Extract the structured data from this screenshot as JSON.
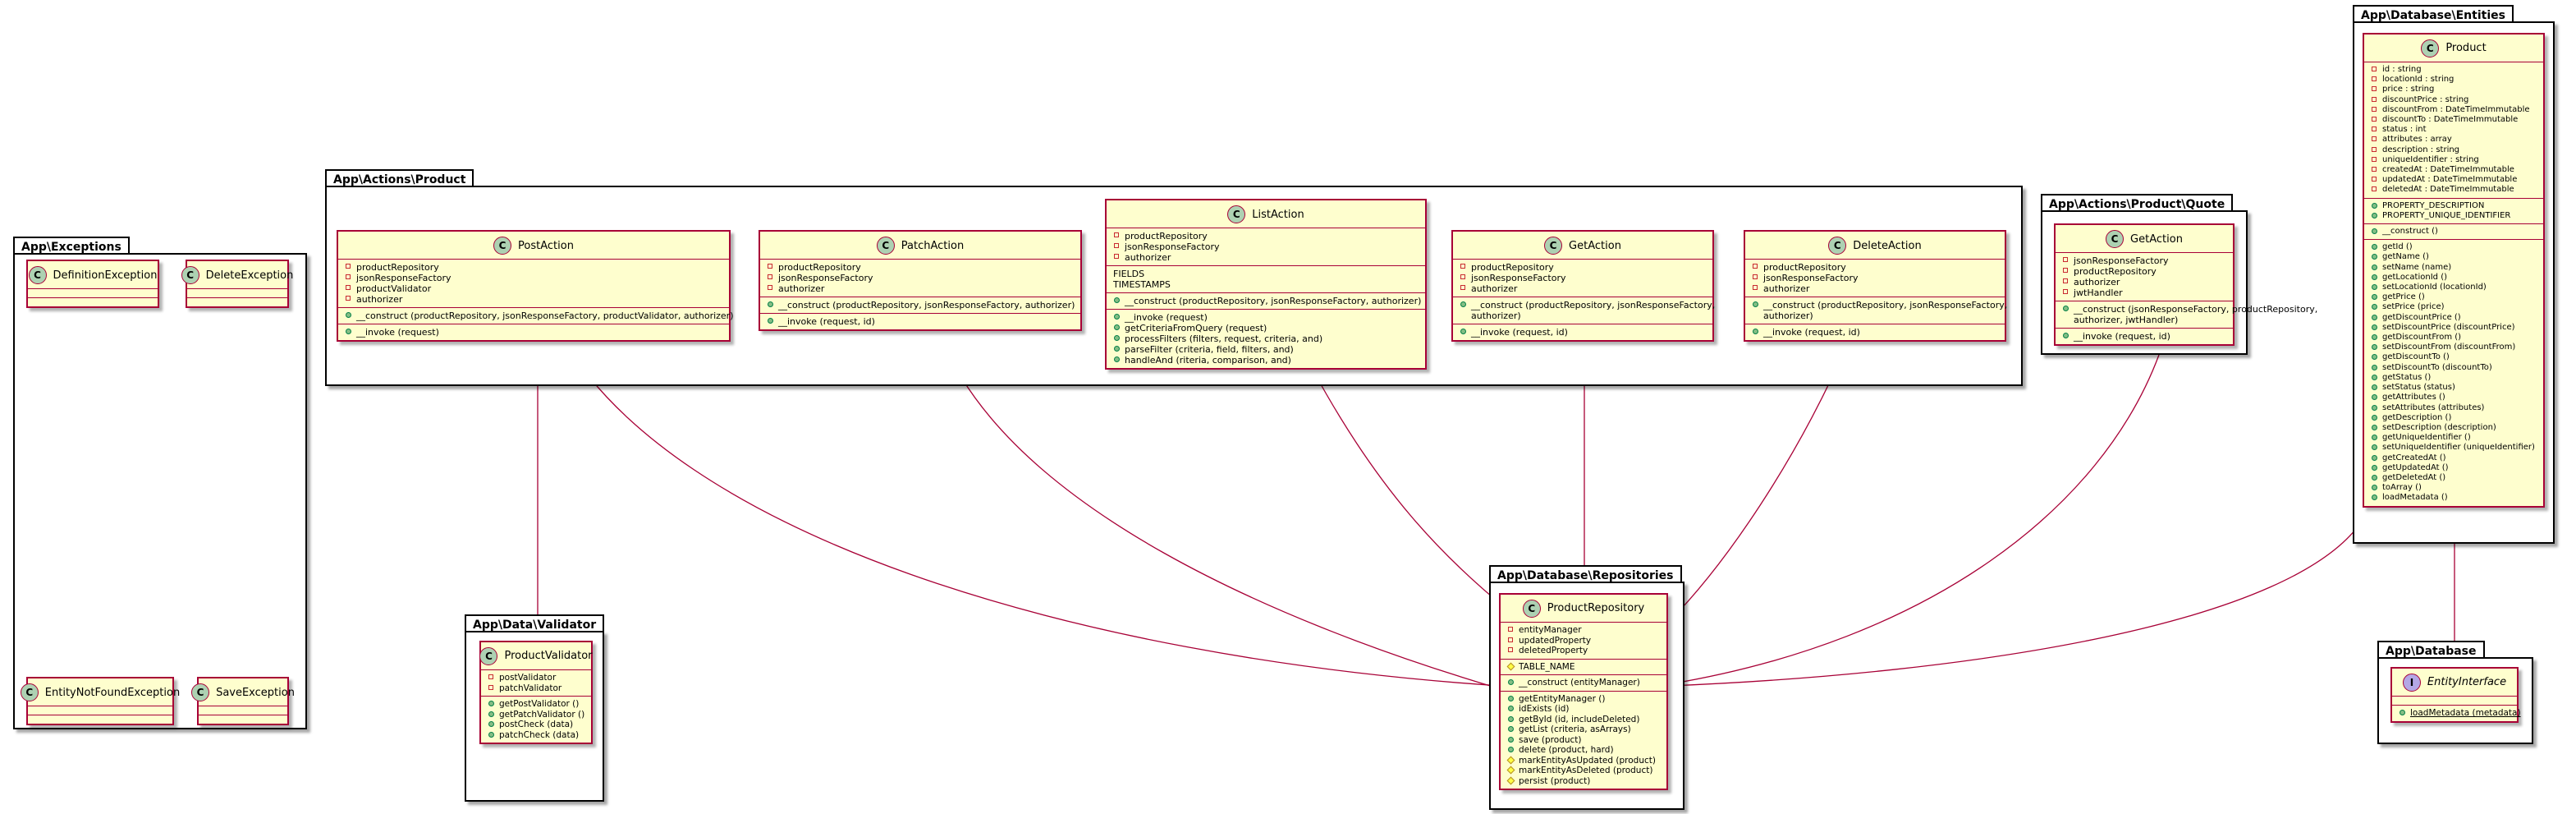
{
  "colors": {
    "class_bg": "#FEFECE",
    "class_border": "#A80036",
    "link": "#A80036",
    "class_badge": "#ADD1B2",
    "interface_badge": "#B4A7E5"
  },
  "packages": {
    "exceptions": "App\\Exceptions",
    "actions_product": "App\\Actions\\Product",
    "actions_quote": "App\\Actions\\Product\\Quote",
    "entities": "App\\Database\\Entities",
    "validator": "App\\Data\\Validator",
    "repositories": "App\\Database\\Repositories",
    "database": "App\\Database"
  },
  "exceptions": {
    "definition": {
      "badge": "C",
      "name": "DefinitionException"
    },
    "delete": {
      "badge": "C",
      "name": "DeleteException"
    },
    "not_found": {
      "badge": "C",
      "name": "EntityNotFoundException"
    },
    "save": {
      "badge": "C",
      "name": "SaveException"
    }
  },
  "post_action": {
    "badge": "C",
    "name": "PostAction",
    "fields": [
      "productRepository",
      "jsonResponseFactory",
      "productValidator",
      "authorizer"
    ],
    "methods": [
      "__construct (productRepository, jsonResponseFactory, productValidator, authorizer)",
      "__invoke (request)"
    ]
  },
  "patch_action": {
    "badge": "C",
    "name": "PatchAction",
    "fields": [
      "productRepository",
      "jsonResponseFactory",
      "authorizer"
    ],
    "methods": [
      "__construct (productRepository, jsonResponseFactory, authorizer)",
      "__invoke (request, id)"
    ]
  },
  "list_action": {
    "badge": "C",
    "name": "ListAction",
    "fields": [
      "productRepository",
      "jsonResponseFactory",
      "authorizer"
    ],
    "constants": [
      "FIELDS",
      "TIMESTAMPS"
    ],
    "methods": [
      "__construct (productRepository, jsonResponseFactory, authorizer)",
      "__invoke (request)",
      "getCriteriaFromQuery (request)",
      "processFilters (filters, request, criteria, and)",
      "parseFilter (criteria, field, filters, and)",
      "handleAnd (riteria, comparison, and)"
    ]
  },
  "get_action": {
    "badge": "C",
    "name": "GetAction",
    "fields": [
      "productRepository",
      "jsonResponseFactory",
      "authorizer"
    ],
    "methods": [
      "__construct (productRepository, jsonResponseFactory,",
      "authorizer)",
      "__invoke (request, id)"
    ]
  },
  "delete_action": {
    "badge": "C",
    "name": "DeleteAction",
    "fields": [
      "productRepository",
      "jsonResponseFactory",
      "authorizer"
    ],
    "methods": [
      "__construct (productRepository, jsonResponseFactory,",
      "authorizer)",
      "__invoke (request, id)"
    ]
  },
  "quote_get_action": {
    "badge": "C",
    "name": "GetAction",
    "fields": [
      "jsonResponseFactory",
      "productRepository",
      "authorizer",
      "jwtHandler"
    ],
    "methods": [
      "__construct (jsonResponseFactory, productRepository,",
      "authorizer, jwtHandler)",
      "__invoke (request, id)"
    ]
  },
  "product": {
    "badge": "C",
    "name": "Product",
    "fields": [
      "id : string",
      "locationId : string",
      "price : string",
      "discountPrice : string",
      "discountFrom : DateTimeImmutable",
      "discountTo : DateTimeImmutable",
      "status : int",
      "attributes : array",
      "description : string",
      "uniqueIdentifier : string",
      "createdAt : DateTimeImmutable",
      "updatedAt : DateTimeImmutable",
      "deletedAt : DateTimeImmutable"
    ],
    "constants": [
      "PROPERTY_DESCRIPTION",
      "PROPERTY_UNIQUE_IDENTIFIER"
    ],
    "constructor": "__construct ()",
    "methods": [
      "getId ()",
      "getName ()",
      "setName (name)",
      "getLocationId ()",
      "setLocationId (locationId)",
      "getPrice ()",
      "setPrice (price)",
      "getDiscountPrice ()",
      "setDiscountPrice (discountPrice)",
      "getDiscountFrom ()",
      "setDiscountFrom (discountFrom)",
      "getDiscountTo ()",
      "setDiscountTo (discountTo)",
      "getStatus ()",
      "setStatus (status)",
      "getAttributes ()",
      "setAttributes (attributes)",
      "getDescription ()",
      "setDescription (description)",
      "getUniqueIdentifier ()",
      "setUniqueIdentifier (uniqueIdentifier)",
      "getCreatedAt ()",
      "getUpdatedAt ()",
      "getDeletedAt ()",
      "toArray ()",
      "loadMetadata ()"
    ]
  },
  "product_validator": {
    "badge": "C",
    "name": "ProductValidator",
    "fields": [
      "postValidator",
      "patchValidator"
    ],
    "methods": [
      "getPostValidator ()",
      "getPatchValidator ()",
      "postCheck (data)",
      "patchCheck (data)"
    ]
  },
  "product_repository": {
    "badge": "C",
    "name": "ProductRepository",
    "fields": [
      "entityManager",
      "updatedProperty",
      "deletedProperty"
    ],
    "constant": "TABLE_NAME",
    "constructor": "__construct (entityManager)",
    "methods": [
      {
        "v": "pub",
        "t": "getEntityManager ()"
      },
      {
        "v": "pub",
        "t": "idExists (id)"
      },
      {
        "v": "pub",
        "t": "getById (id, includeDeleted)"
      },
      {
        "v": "pub",
        "t": "getList (criteria, asArrays)"
      },
      {
        "v": "pub",
        "t": "save (product)"
      },
      {
        "v": "pub",
        "t": "delete (product, hard)"
      },
      {
        "v": "prot",
        "t": "markEntityAsUpdated (product)"
      },
      {
        "v": "prot",
        "t": "markEntityAsDeleted (product)"
      },
      {
        "v": "prot",
        "t": "persist (product)"
      }
    ]
  },
  "entity_interface": {
    "badge": "I",
    "name": "EntityInterface",
    "methods": [
      "loadMetadata (metadata)"
    ]
  }
}
